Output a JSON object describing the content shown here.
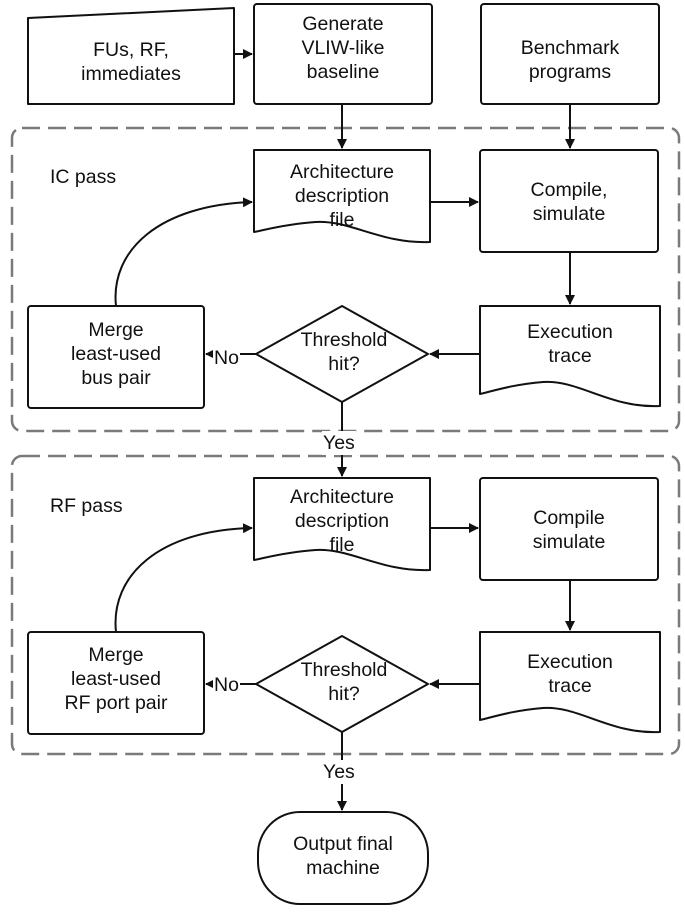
{
  "colors": {
    "stroke": "#111111",
    "dash": "#7a7a7a",
    "background": "#ffffff",
    "text": "#111111"
  },
  "inputs": {
    "fus": "FUs, RF,\nimmediates",
    "generate": "Generate\nVLIW-like\nbaseline",
    "benchmark": "Benchmark\nprograms"
  },
  "ic_pass": {
    "title": "IC pass",
    "arch_file": "Architecture\ndescription\nfile",
    "compile": "Compile,\nsimulate",
    "trace": "Execution\ntrace",
    "threshold": "Threshold\nhit?",
    "merge": "Merge\nleast-used\nbus pair",
    "no_label": "No",
    "yes_label": "Yes"
  },
  "rf_pass": {
    "title": "RF pass",
    "arch_file": "Architecture\ndescription\nfile",
    "compile": "Compile\nsimulate",
    "trace": "Execution\ntrace",
    "threshold": "Threshold\nhit?",
    "merge": "Merge\nleast-used\nRF port pair",
    "no_label": "No",
    "yes_label": "Yes"
  },
  "output": {
    "label": "Output final\nmachine"
  }
}
